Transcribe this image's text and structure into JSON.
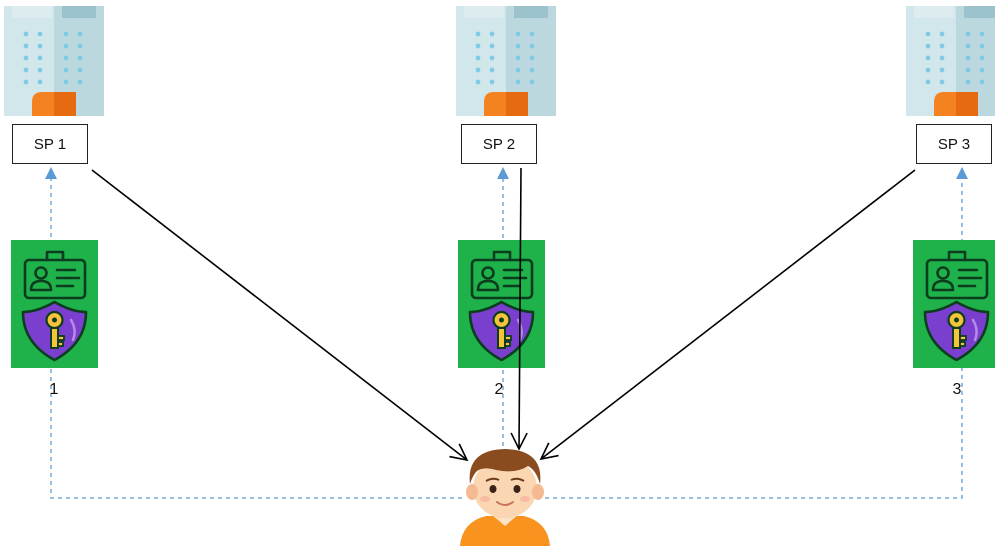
{
  "diagram": {
    "service_providers": [
      {
        "label": "SP 1"
      },
      {
        "label": "SP 2"
      },
      {
        "label": "SP 3"
      }
    ],
    "credentials": [
      {
        "label": "1"
      },
      {
        "label": "2"
      },
      {
        "label": "3"
      }
    ],
    "icons": {
      "building": "office-building-icon",
      "id_card": "id-card-icon",
      "shield_key": "shield-key-icon",
      "user": "user-avatar-icon"
    },
    "colors": {
      "credential_bg": "#1fb24a",
      "solid_arrow": "#000000",
      "dashed_arrow": "#5b9bd5",
      "building_glass": "#cfe5ea",
      "building_door": "#f07b24",
      "shield": "#7b3fd0",
      "key": "#f5c43a",
      "user_shirt": "#f7931e",
      "user_hair": "#8a4b1f"
    }
  }
}
